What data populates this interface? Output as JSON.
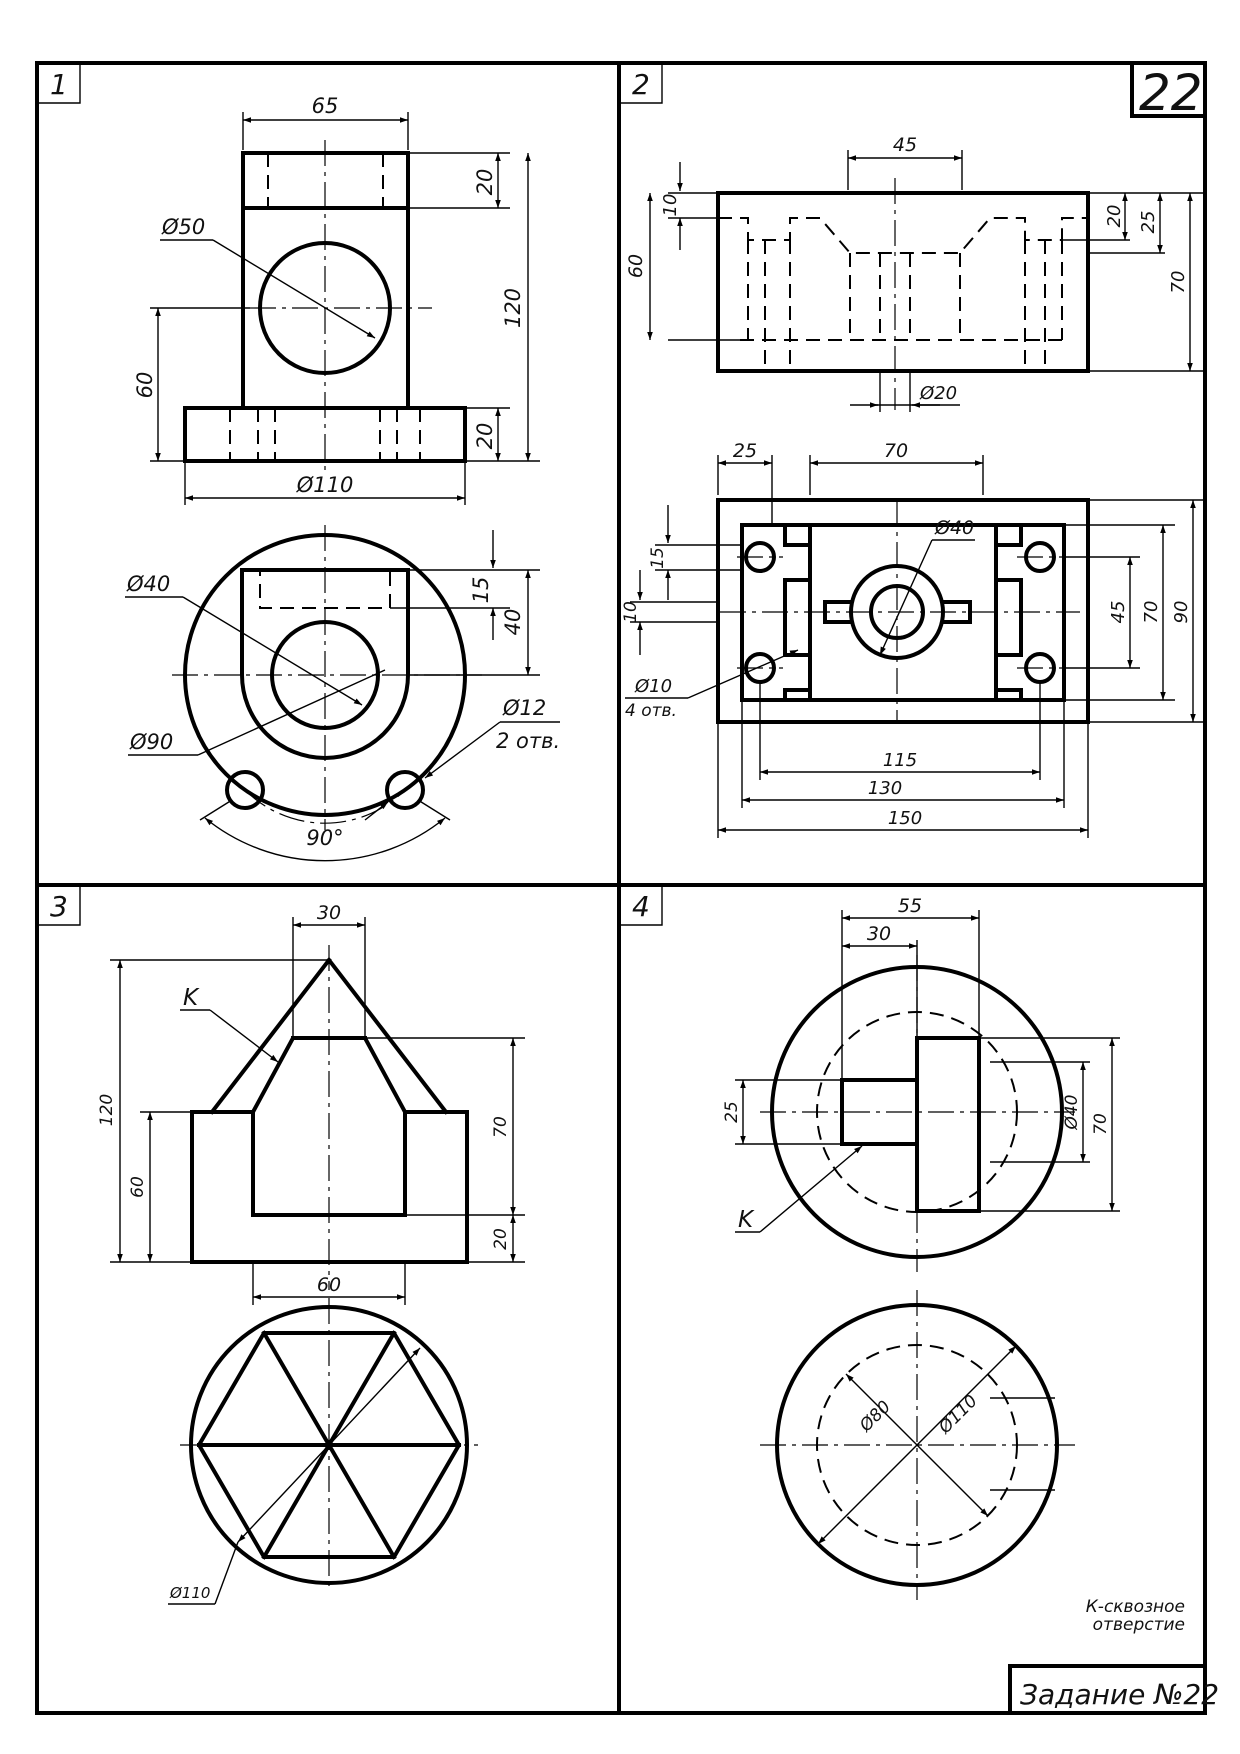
{
  "sheet": {
    "task_number": "22",
    "title_block": "Задание №22",
    "note_line1": "К-сквозное",
    "note_line2": "отверстие"
  },
  "panels": [
    {
      "number": "1",
      "dims": {
        "w65": "65",
        "h20_top": "20",
        "d50": "Ø50",
        "h120": "120",
        "h60": "60",
        "h20_base": "20",
        "d110": "Ø110",
        "d40": "Ø40",
        "h15": "15",
        "h40": "40",
        "d12": "Ø12",
        "holes2": "2 отв.",
        "d90": "Ø90",
        "ang90": "90°"
      }
    },
    {
      "number": "2",
      "dims": {
        "w45": "45",
        "h10": "10",
        "h60": "60",
        "h20": "20",
        "h25": "25",
        "h70": "70",
        "d20": "Ø20",
        "w25": "25",
        "w70": "70",
        "d40": "Ø40",
        "h15": "15",
        "h10b": "10",
        "d10": "Ø10",
        "holes4": "4 отв.",
        "v45": "45",
        "v70": "70",
        "v90": "90",
        "w115": "115",
        "w130": "130",
        "w150": "150"
      }
    },
    {
      "number": "3",
      "dims": {
        "w30": "30",
        "K": "K",
        "h120": "120",
        "h60": "60",
        "h70": "70",
        "h20": "20",
        "w60": "60",
        "d110": "Ø110"
      }
    },
    {
      "number": "4",
      "dims": {
        "w55": "55",
        "w30": "30",
        "h25": "25",
        "d40": "Ø40",
        "h70": "70",
        "K": "K",
        "d80": "Ø80",
        "d110": "Ø110"
      }
    }
  ]
}
